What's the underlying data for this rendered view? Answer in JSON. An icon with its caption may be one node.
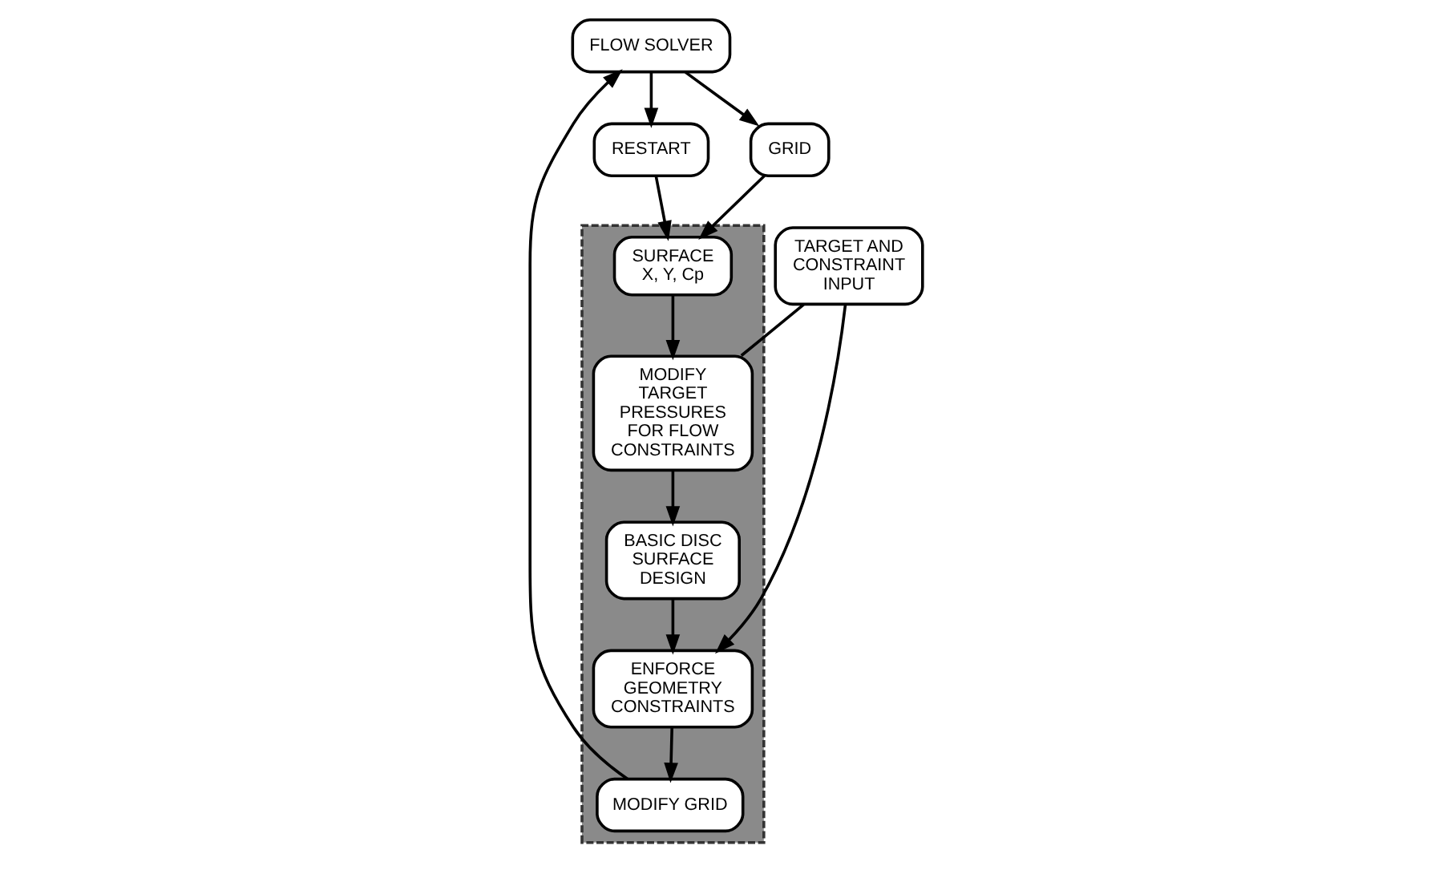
{
  "diagram": {
    "nodes": [
      {
        "text": [
          "FLOW SOLVER"
        ]
      },
      {
        "text": [
          "RESTART"
        ]
      },
      {
        "text": [
          "GRID"
        ]
      },
      {
        "text": [],
        "shape": "band"
      },
      {
        "text": [
          "MODIFY GRID"
        ],
        "in": 3
      },
      {
        "text": [
          "SURFACE",
          "X, Y, Cp"
        ],
        "in": 3
      },
      {
        "text": [
          "MODIFY TARGET PRESSURES FOR FLOW CONSTRAINTS"
        ],
        "in": 3
      },
      {
        "text": [
          "BASIC DISC SURFACE DESIGN"
        ],
        "in": 3
      },
      {
        "text": [
          "ENFORCE GEOMETRY",
          "CONSTRAINTS"
        ],
        "in": 3
      },
      {
        "text": [
          "TARGET AND CONSTRAINT INPUT"
        ]
      }
    ],
    "edges": [
      {
        "from": 0,
        "to": 1,
        "arrow": "to"
      },
      {
        "from": 0,
        "to": 2,
        "arrow": "to"
      },
      {
        "from": 1,
        "to": 5,
        "arrow": "to"
      },
      {
        "from": 2,
        "to": 5,
        "arrow": "to"
      },
      {
        "from": 5,
        "to": 6,
        "arrow": "to"
      },
      {
        "from": 6,
        "to": 7,
        "arrow": "to"
      },
      {
        "from": 7,
        "to": 8,
        "arrow": "to"
      },
      {
        "from": 8,
        "to": 4,
        "arrow": "to"
      },
      {
        "from": 4,
        "to": 0,
        "arrow": "to"
      },
      {
        "from": 9,
        "to": 6,
        "arrow": "none"
      },
      {
        "from": 9,
        "to": 8,
        "arrow": "to"
      }
    ]
  }
}
